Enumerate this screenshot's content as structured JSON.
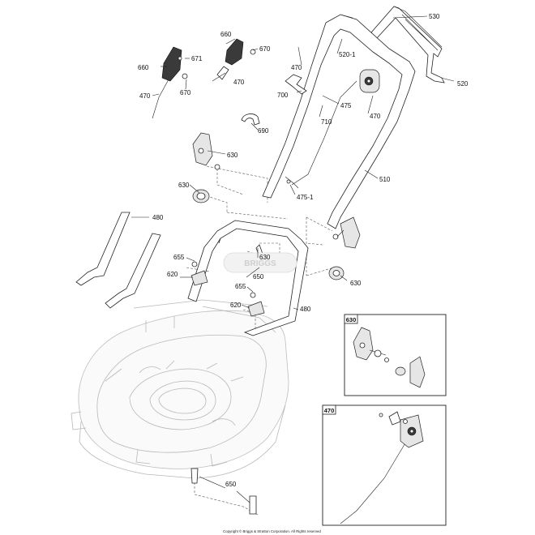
{
  "diagram": {
    "callouts": [
      {
        "id": "c-530",
        "text": "530"
      },
      {
        "id": "c-660-top",
        "text": "660"
      },
      {
        "id": "c-670-top",
        "text": "670"
      },
      {
        "id": "c-660-left",
        "text": "660"
      },
      {
        "id": "c-671",
        "text": "671"
      },
      {
        "id": "c-470-a",
        "text": "470"
      },
      {
        "id": "c-670-left",
        "text": "670"
      },
      {
        "id": "c-470-b",
        "text": "470"
      },
      {
        "id": "c-470-c",
        "text": "470"
      },
      {
        "id": "c-520-1",
        "text": "520-1"
      },
      {
        "id": "c-520",
        "text": "520"
      },
      {
        "id": "c-700",
        "text": "700"
      },
      {
        "id": "c-475",
        "text": "475"
      },
      {
        "id": "c-470-d",
        "text": "470"
      },
      {
        "id": "c-710",
        "text": "710"
      },
      {
        "id": "c-690",
        "text": "690"
      },
      {
        "id": "c-630-a",
        "text": "630"
      },
      {
        "id": "c-510",
        "text": "510"
      },
      {
        "id": "c-630-b",
        "text": "630"
      },
      {
        "id": "c-475-1",
        "text": "475-1"
      },
      {
        "id": "c-480-a",
        "text": "480"
      },
      {
        "id": "c-655-a",
        "text": "655"
      },
      {
        "id": "c-630-c",
        "text": "630"
      },
      {
        "id": "c-620-a",
        "text": "620"
      },
      {
        "id": "c-650-a",
        "text": "650"
      },
      {
        "id": "c-630-d",
        "text": "630"
      },
      {
        "id": "c-655-b",
        "text": "655"
      },
      {
        "id": "c-620-b",
        "text": "620"
      },
      {
        "id": "c-480-b",
        "text": "480"
      },
      {
        "id": "c-650-b",
        "text": "650"
      }
    ],
    "insets": [
      {
        "id": "inset-630",
        "label": "630"
      },
      {
        "id": "inset-470",
        "label": "470"
      }
    ],
    "copyright": "Copyright © Briggs & Stratton Corporation. All Rights reserved",
    "watermark": "BRIGGS"
  }
}
